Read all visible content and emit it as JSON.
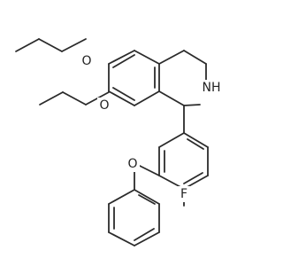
{
  "atoms": {
    "o1": "O",
    "o2": "O",
    "nh": "NH",
    "o3": "O",
    "f": "F"
  },
  "colors": {
    "bond": "#2b2b2b",
    "label": "#222222",
    "background": "#ffffff"
  }
}
